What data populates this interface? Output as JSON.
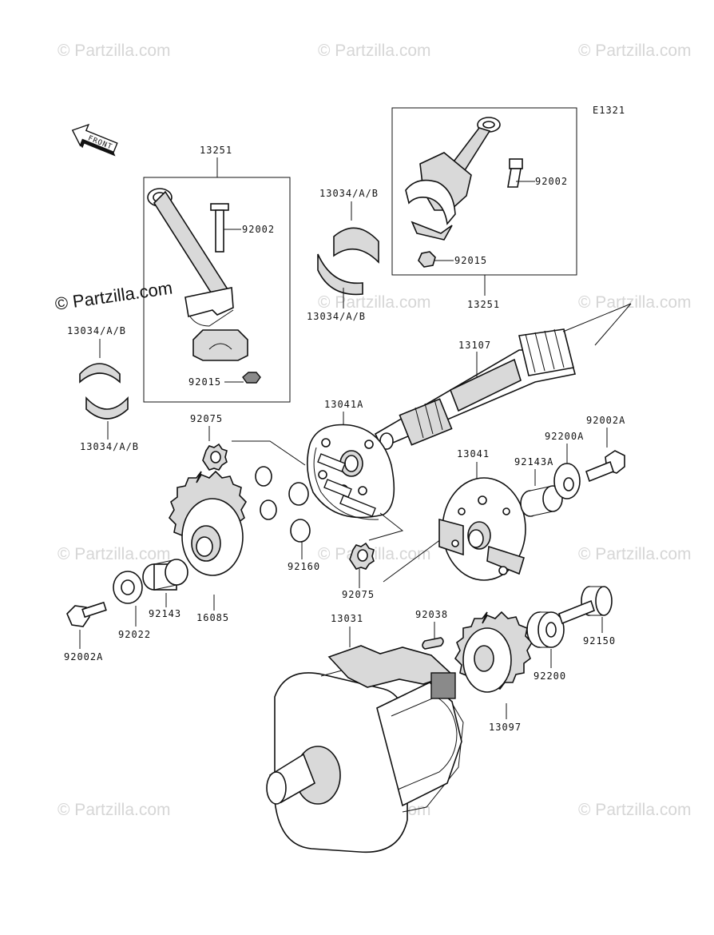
{
  "diagram": {
    "drawing_id": "E1321",
    "front_label": "FRONT",
    "watermark_text": "© Partzilla.com",
    "watermark_dark_text": "© Partzilla.com",
    "parts": [
      {
        "id": "lbl-13251-left",
        "text": "13251"
      },
      {
        "id": "lbl-92002-left",
        "text": "92002"
      },
      {
        "id": "lbl-92015-left",
        "text": "92015"
      },
      {
        "id": "lbl-13034-upper-left",
        "text": "13034/A/B"
      },
      {
        "id": "lbl-13034-lower-left",
        "text": "13034/A/B"
      },
      {
        "id": "lbl-13034-upper-mid",
        "text": "13034/A/B"
      },
      {
        "id": "lbl-13034-lower-mid",
        "text": "13034/A/B"
      },
      {
        "id": "lbl-92002-right",
        "text": "92002"
      },
      {
        "id": "lbl-92015-right",
        "text": "92015"
      },
      {
        "id": "lbl-13251-right",
        "text": "13251"
      },
      {
        "id": "lbl-13107",
        "text": "13107"
      },
      {
        "id": "lbl-13041A",
        "text": "13041A"
      },
      {
        "id": "lbl-92075-top",
        "text": "92075"
      },
      {
        "id": "lbl-92075-bottom",
        "text": "92075"
      },
      {
        "id": "lbl-92002A-right",
        "text": "92002A"
      },
      {
        "id": "lbl-92200A",
        "text": "92200A"
      },
      {
        "id": "lbl-92143A",
        "text": "92143A"
      },
      {
        "id": "lbl-13041",
        "text": "13041"
      },
      {
        "id": "lbl-92160",
        "text": "92160"
      },
      {
        "id": "lbl-92143",
        "text": "92143"
      },
      {
        "id": "lbl-92022",
        "text": "92022"
      },
      {
        "id": "lbl-16085",
        "text": "16085"
      },
      {
        "id": "lbl-92002A-left",
        "text": "92002A"
      },
      {
        "id": "lbl-13031",
        "text": "13031"
      },
      {
        "id": "lbl-92038",
        "text": "92038"
      },
      {
        "id": "lbl-92150",
        "text": "92150"
      },
      {
        "id": "lbl-92200",
        "text": "92200"
      },
      {
        "id": "lbl-13097",
        "text": "13097"
      }
    ]
  }
}
